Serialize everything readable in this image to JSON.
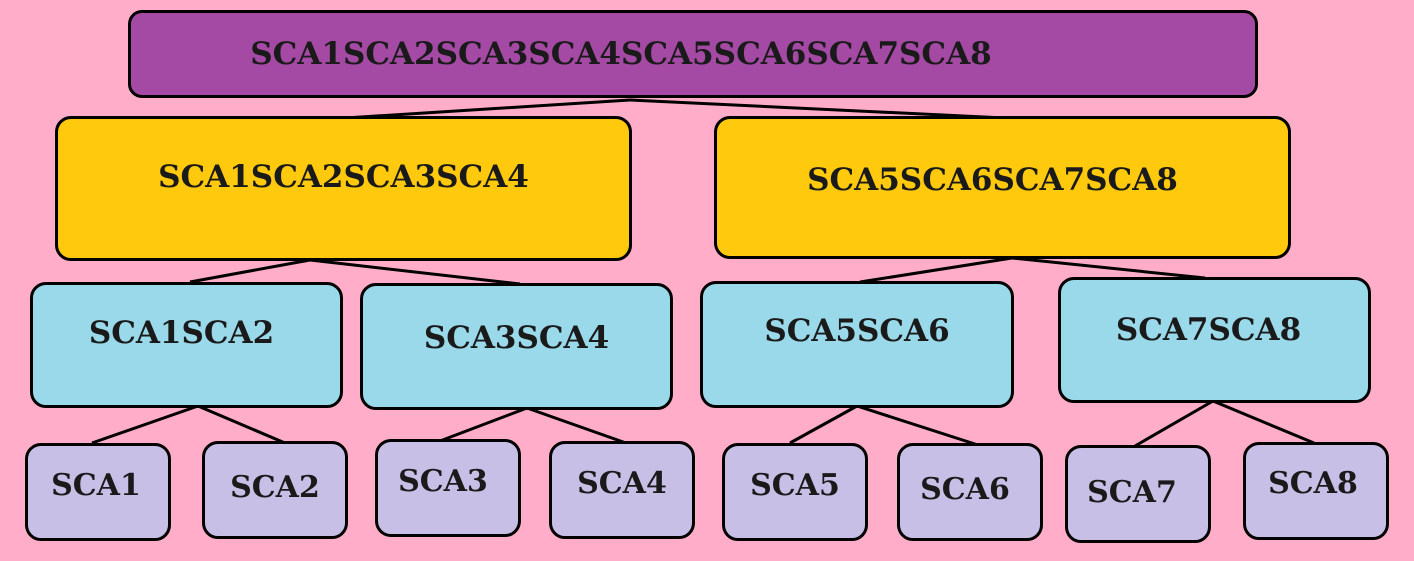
{
  "diagram": {
    "type": "binary-tree",
    "colors": {
      "background": "#ffadc8",
      "level0": "#a44aa4",
      "level1": "#ffc90e",
      "level2": "#99d9ea",
      "level3": "#c8bfe7",
      "border": "#000000"
    },
    "root": {
      "label": "SCA1SCA2SCA3SCA4SCA5SCA6SCA7SCA8",
      "children": [
        {
          "label": "SCA1SCA2SCA3SCA4",
          "children": [
            {
              "label": "SCA1SCA2",
              "children": [
                {
                  "label": "SCA1"
                },
                {
                  "label": "SCA2"
                }
              ]
            },
            {
              "label": "SCA3SCA4",
              "children": [
                {
                  "label": "SCA3"
                },
                {
                  "label": "SCA4"
                }
              ]
            }
          ]
        },
        {
          "label": "SCA5SCA6SCA7SCA8",
          "children": [
            {
              "label": "SCA5SCA6",
              "children": [
                {
                  "label": "SCA5"
                },
                {
                  "label": "SCA6"
                }
              ]
            },
            {
              "label": "SCA7SCA8",
              "children": [
                {
                  "label": "SCA7"
                },
                {
                  "label": "SCA8"
                }
              ]
            }
          ]
        }
      ]
    }
  }
}
